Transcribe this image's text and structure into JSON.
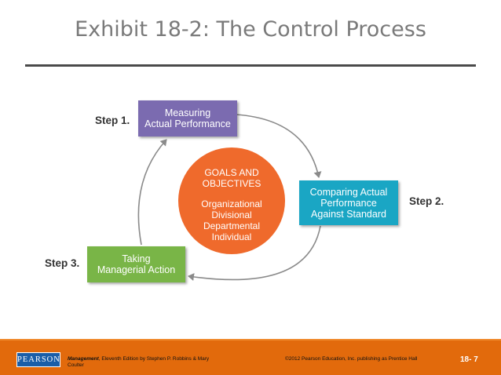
{
  "slide": {
    "title": "Exhibit 18-2: The Control Process"
  },
  "diagram": {
    "steps": [
      {
        "step_label": "Step 1.",
        "box_lines": [
          "Measuring",
          "Actual Performance"
        ],
        "color": "#7b6bb0"
      },
      {
        "step_label": "Step 2.",
        "box_lines": [
          "Comparing Actual",
          "Performance",
          "Against Standard"
        ],
        "color": "#1aa6c4"
      },
      {
        "step_label": "Step 3.",
        "box_lines": [
          "Taking",
          "Managerial Action"
        ],
        "color": "#79b547"
      }
    ],
    "center": {
      "heading_lines": [
        "GOALS AND",
        "OBJECTIVES"
      ],
      "levels": [
        "Organizational",
        "Divisional",
        "Departmental",
        "Individual"
      ],
      "color": "#ef6a2c"
    },
    "arrow_color": "#8a8a8a"
  },
  "footer": {
    "logo": "PEARSON",
    "book_title": "Management",
    "book_rest": ", Eleventh Edition by Stephen P. Robbins & Mary Coulter",
    "copyright": "©2012 Pearson Education, Inc. publishing as Prentice Hall",
    "page_number": "18- 7",
    "color": "#e26a0c"
  }
}
